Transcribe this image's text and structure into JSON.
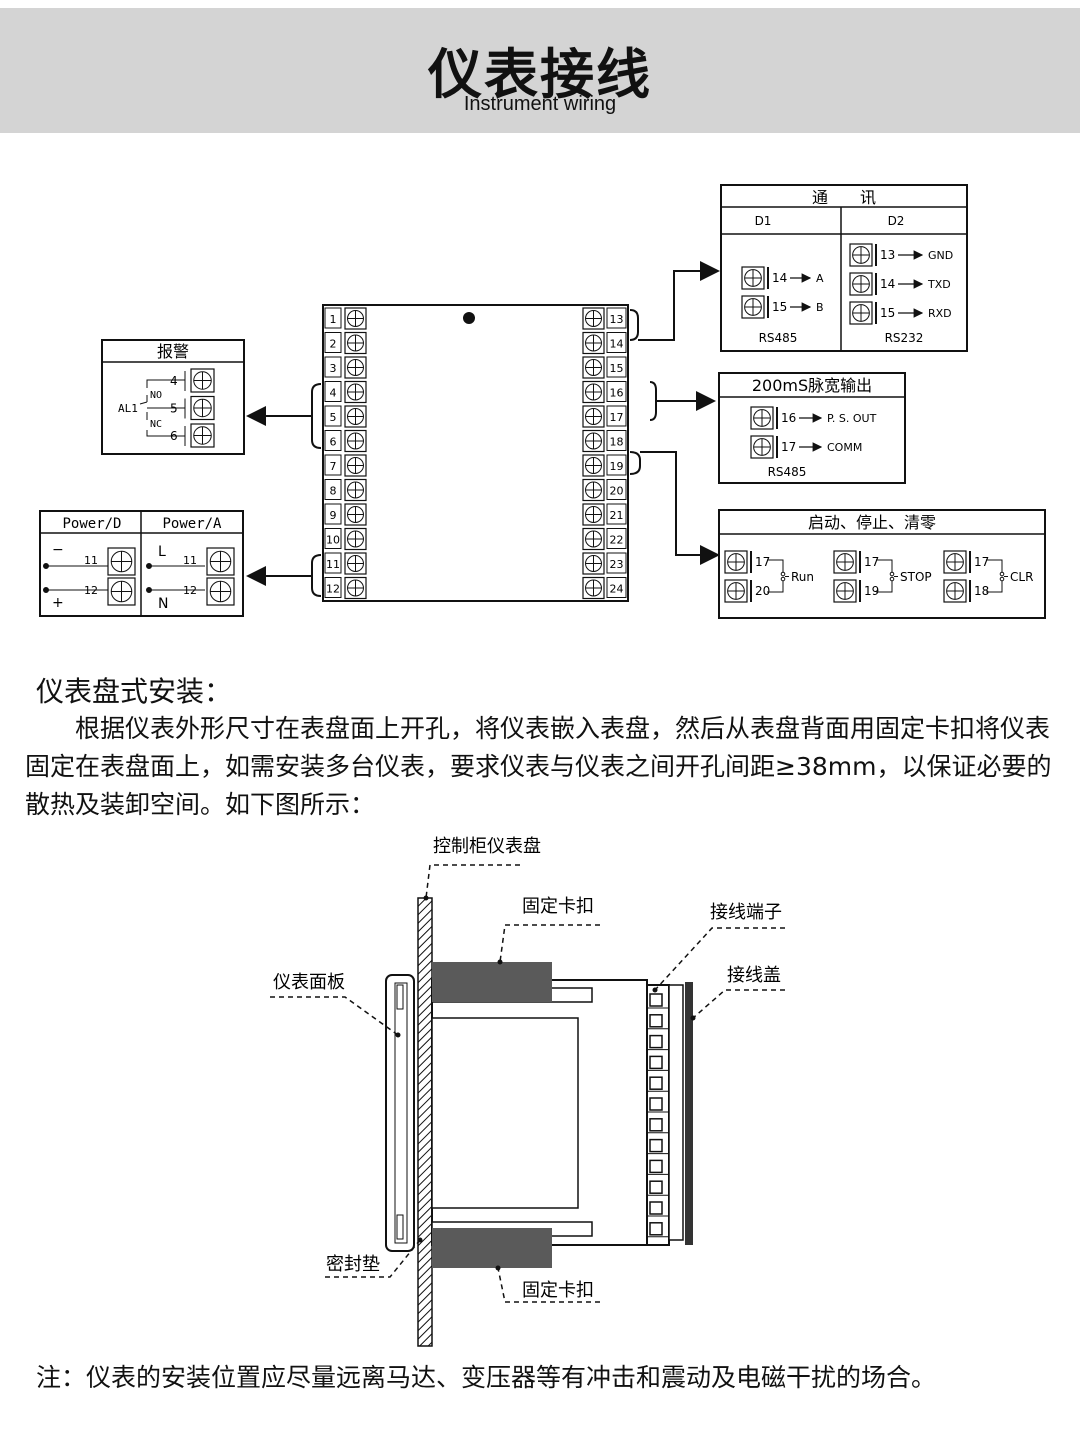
{
  "header": {
    "title": "仪表接线",
    "subtitle": "Instrument wiring"
  },
  "device": {
    "left_terminals": [
      "1",
      "2",
      "3",
      "4",
      "5",
      "6",
      "7",
      "8",
      "9",
      "10",
      "11",
      "12"
    ],
    "right_terminals": [
      "13",
      "14",
      "15",
      "16",
      "17",
      "18",
      "19",
      "20",
      "21",
      "22",
      "23",
      "24"
    ]
  },
  "alarm": {
    "title": "报警",
    "relay": "AL1",
    "no": "NO",
    "nc": "NC",
    "terminals": [
      "4",
      "5",
      "6"
    ]
  },
  "power": {
    "d_title": "Power/D",
    "a_title": "Power/A",
    "minus": "−",
    "plus": "+",
    "live": "L",
    "neutral": "N",
    "terminals": [
      "11",
      "12"
    ]
  },
  "comm": {
    "title": "通　　讯",
    "d1": "D1",
    "d2": "D2",
    "d1_rows": [
      {
        "t": "14",
        "label": "A"
      },
      {
        "t": "15",
        "label": "B"
      }
    ],
    "d1_footer": "RS485",
    "d2_rows": [
      {
        "t": "13",
        "label": "GND"
      },
      {
        "t": "14",
        "label": "TXD"
      },
      {
        "t": "15",
        "label": "RXD"
      }
    ],
    "d2_footer": "RS232"
  },
  "pulse": {
    "title": "200mS脉宽输出",
    "rows": [
      {
        "t": "16",
        "label": "P. S. OUT"
      },
      {
        "t": "17",
        "label": "COMM"
      }
    ],
    "footer": "RS485"
  },
  "control": {
    "title": "启动、停止、清零",
    "groups": [
      {
        "top": "17",
        "bottom": "20",
        "label": "Run"
      },
      {
        "top": "17",
        "bottom": "19",
        "label": "STOP"
      },
      {
        "top": "17",
        "bottom": "18",
        "label": "CLR"
      }
    ]
  },
  "mounting": {
    "heading": "仪表盘式安装：",
    "paragraph": "　　根据仪表外形尺寸在表盘面上开孔，将仪表嵌入表盘，然后从表盘背面用固定卡扣将仪表固定在表盘面上，如需安装多台仪表，要求仪表与仪表之间开孔间距≥38mm，以保证必要的散热及装卸空间。如下图所示：",
    "labels": {
      "panel": "控制柜仪表盘",
      "clip_top": "固定卡扣",
      "terminal": "接线端子",
      "cover": "接线盖",
      "faceplate": "仪表面板",
      "gasket": "密封垫",
      "clip_bottom": "固定卡扣"
    }
  },
  "note": "注：仪表的安装位置应尽量远离马达、变压器等有冲击和震动及电磁干扰的场合。"
}
